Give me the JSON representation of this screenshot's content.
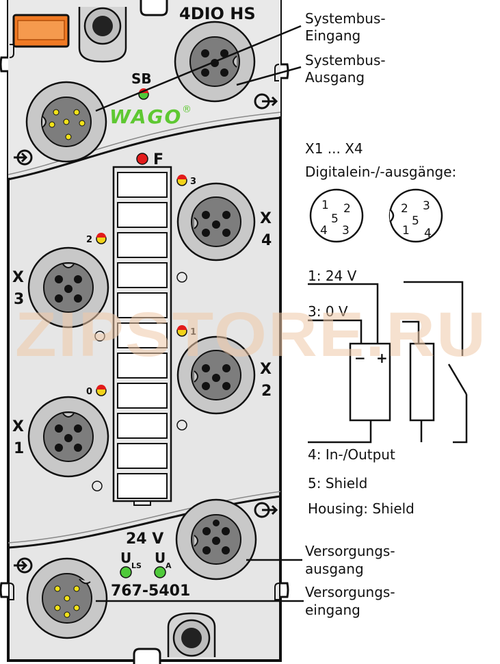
{
  "module": {
    "title": "4DIO HS",
    "sb_label": "SB",
    "brand": "WAGO",
    "brand_mark": "®",
    "f_label": "F",
    "article_number": "767-5401",
    "voltage": "24 V",
    "u_ls": "U",
    "u_ls_sub": "LS",
    "u_a": "U",
    "u_a_sub": "A",
    "ports": {
      "x1": [
        "X",
        "1"
      ],
      "x2": [
        "X",
        "2"
      ],
      "x3": [
        "X",
        "3"
      ],
      "x4": [
        "X",
        "4"
      ]
    },
    "channel_numbers": [
      "0",
      "1",
      "2",
      "3"
    ]
  },
  "callouts": {
    "systembus_eingang": [
      "Systembus-",
      "Eingang"
    ],
    "systembus_ausgang": [
      "Systembus-",
      "Ausgang"
    ],
    "versorgungs_ausgang": [
      "Versorgungs-",
      "ausgang"
    ],
    "versorgungs_eingang": [
      "Versorgungs-",
      "eingang"
    ]
  },
  "pinout": {
    "heading": "X1 ... X4",
    "subheading": "Digitalein-/-ausgänge:",
    "left_pins": [
      "1",
      "2",
      "5",
      "4",
      "3"
    ],
    "right_pins": [
      "2",
      "3",
      "5",
      "1",
      "4"
    ]
  },
  "wiring": {
    "pin1": "1: 24 V",
    "pin3": "3: 0 V",
    "pin4": "4: In-/Output",
    "pin5": "5: Shield",
    "housing": "Housing: Shield",
    "minus": "−",
    "plus": "+"
  },
  "watermark": "ZIPSTORE.RU",
  "colors": {
    "housing": "#e6e6e6",
    "connector_ring": "#c8c8c8",
    "connector_face": "#7d7d7d",
    "led_red": "#e21b1b",
    "led_yellow": "#f2d21a",
    "led_green": "#4fc93a",
    "wago_green": "#5ec832",
    "latch_orange": "#f07a24"
  }
}
